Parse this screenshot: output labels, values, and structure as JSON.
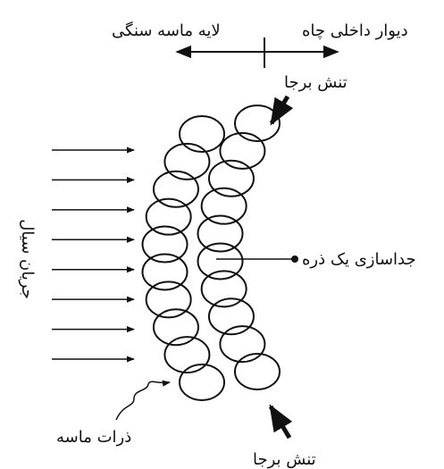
{
  "labels": {
    "sandstone_layer": "لایه ماسه سنگی",
    "wellbore_wall": "دیوار داخلی چاه",
    "shear_stress_top": "تنش برجا",
    "shear_stress_bottom": "تنش برجا",
    "fluid_flow": "جریان سیال",
    "particle_detachment": "جداسازی یک ذره",
    "sand_grains": "ذرات ماسه"
  },
  "counts": {
    "flow_arrows": 8,
    "particle_rows": 10
  },
  "colors": {
    "stroke": "#111111",
    "background": "#ffffff"
  }
}
